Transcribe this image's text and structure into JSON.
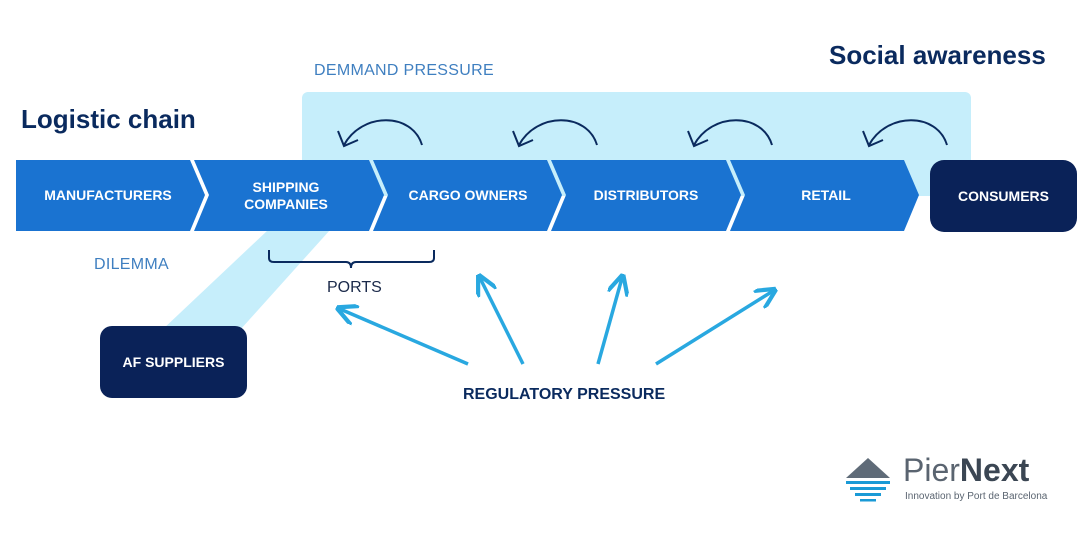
{
  "titles": {
    "social_awareness": "Social awareness",
    "logistic_chain": "Logistic chain"
  },
  "labels": {
    "demand_pressure": "DEMMAND PRESSURE",
    "dilemma": "DILEMMA",
    "ports": "PORTS",
    "regulatory_pressure": "REGULATORY PRESSURE"
  },
  "chain": [
    {
      "id": "manufacturers",
      "label": "MANUFACTURERS"
    },
    {
      "id": "shipping-companies",
      "label": "SHIPPING\nCOMPANIES"
    },
    {
      "id": "cargo-owners",
      "label": "CARGO OWNERS"
    },
    {
      "id": "distributors",
      "label": "DISTRIBUTORS"
    },
    {
      "id": "retail",
      "label": "RETAIL"
    }
  ],
  "nodes": {
    "consumers": "CONSUMERS",
    "af_suppliers": "AF SUPPLIERS"
  },
  "logo": {
    "name_light": "Pier",
    "name_bold": "Next",
    "tagline": "Innovation by Port de Barcelona"
  },
  "colors": {
    "chevron": "#1a73d1",
    "dark_node": "#0a2258",
    "light_band": "#c6eefb",
    "regulatory_arrow": "#29a8e0",
    "demand_arrow": "#0a2a5e"
  }
}
